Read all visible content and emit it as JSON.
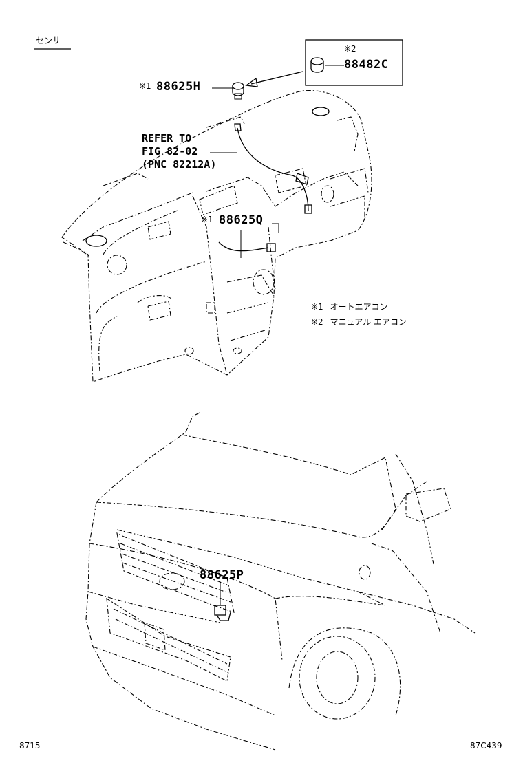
{
  "section_title": "センサ",
  "callouts": [
    {
      "mark": "※2",
      "part": "88482C"
    },
    {
      "mark": "※1",
      "part": "88625H"
    },
    {
      "mark": "※1",
      "part": "88625Q"
    },
    {
      "mark": "",
      "part": "88625P"
    }
  ],
  "reference": {
    "line1": "REFER TO",
    "line2": "FIG 82-02",
    "line3": "(PNC 82212A)"
  },
  "notes": [
    {
      "mark": "※1",
      "text": "オートエアコン"
    },
    {
      "mark": "※2",
      "text": "マニュアル エアコン"
    }
  ],
  "footer": {
    "left": "8715",
    "right": "87C439"
  }
}
